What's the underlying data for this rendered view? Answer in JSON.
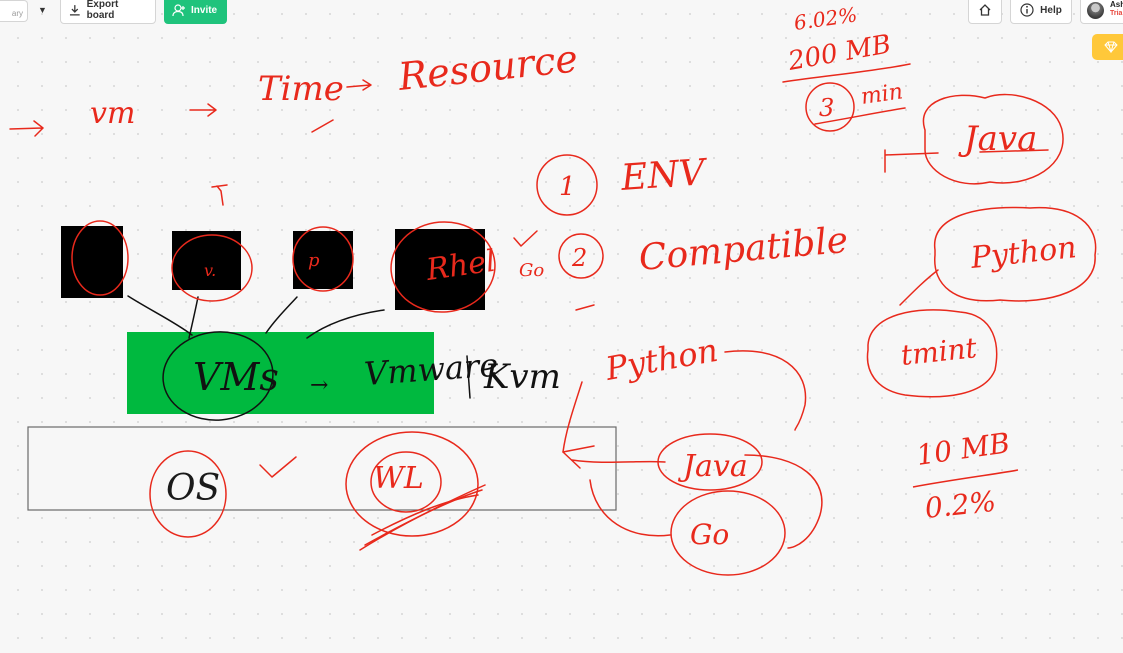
{
  "toolbar": {
    "board_name": "ary",
    "export_label": "Export board",
    "invite_label": "Invite",
    "help_label": "Help",
    "user_name": "Ash",
    "user_status": "Tria"
  },
  "colors": {
    "invite_bg": "#1fc37c",
    "upgrade_bg": "#ffc83a",
    "ink": "#e8291c",
    "shape_green": "#00b93f"
  },
  "icons": {
    "menu": "chevron-down-icon",
    "export": "download-icon",
    "invite": "add-user-icon",
    "home": "home-icon",
    "help": "info-icon",
    "upgrade": "diamond-icon"
  },
  "canvas": {
    "shapes": {
      "green_rect_label": "VMs",
      "os_box_label": "OS"
    },
    "notes": {
      "flow": "vm → Time → Resource",
      "stat_top_1": "6.02%",
      "stat_top_2": "200 MB",
      "stat_top_3": "3 min",
      "env": "1 ENV",
      "compatible": "2 Compatible",
      "hypervisors": "Vmware | Kvm",
      "os": "OS",
      "wl": "WL",
      "python_mid": "Python",
      "java_mid": "Java",
      "go_mid": "Go",
      "java_right": "Java",
      "python_right": "Python",
      "tmint": "tmint",
      "stat_bottom_1": "10 MB",
      "stat_bottom_2": "0.2%"
    }
  }
}
